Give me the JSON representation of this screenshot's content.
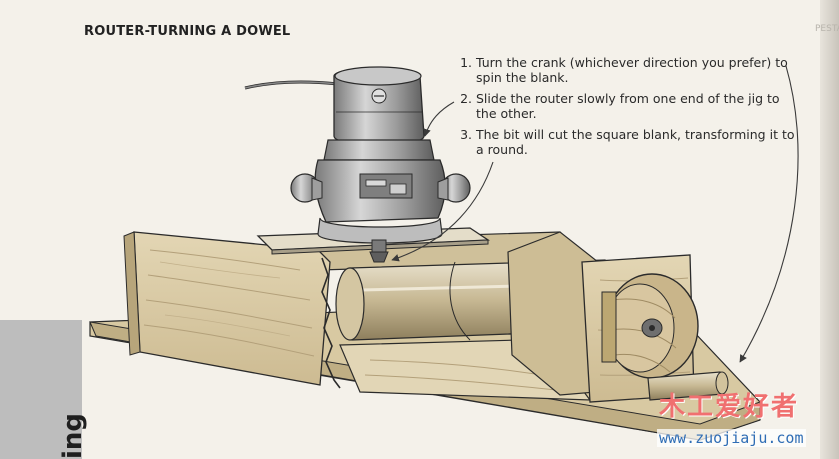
{
  "title": "ROUTER-TURNING A DOWEL",
  "steps": [
    {
      "number": "1.",
      "text": "Turn the crank (whichever direction you prefer) to spin the blank."
    },
    {
      "number": "2.",
      "text": "Slide the router slowly from one end of the jig to the other."
    },
    {
      "number": "3.",
      "text": "The bit will cut the square blank, transforming it to a round."
    }
  ],
  "side_tab": {
    "text": "ing"
  },
  "right_strip_mark": "PESTAL",
  "watermark": {
    "logo": "木工爱好者",
    "url": "www.zuojiaju.com"
  },
  "colors": {
    "paper": "#f4f1ea",
    "wood": "#d9cba7",
    "wood_grain": "#b9a77e",
    "metal": "#a9a9a9",
    "metal_dark": "#6f6f6f",
    "line": "#2b2b2b",
    "side_tab": "#bdbdbd"
  },
  "icons": [
    "router-icon",
    "crank-wheel-icon",
    "dowel-blank-icon",
    "leader-arrow-icon"
  ]
}
